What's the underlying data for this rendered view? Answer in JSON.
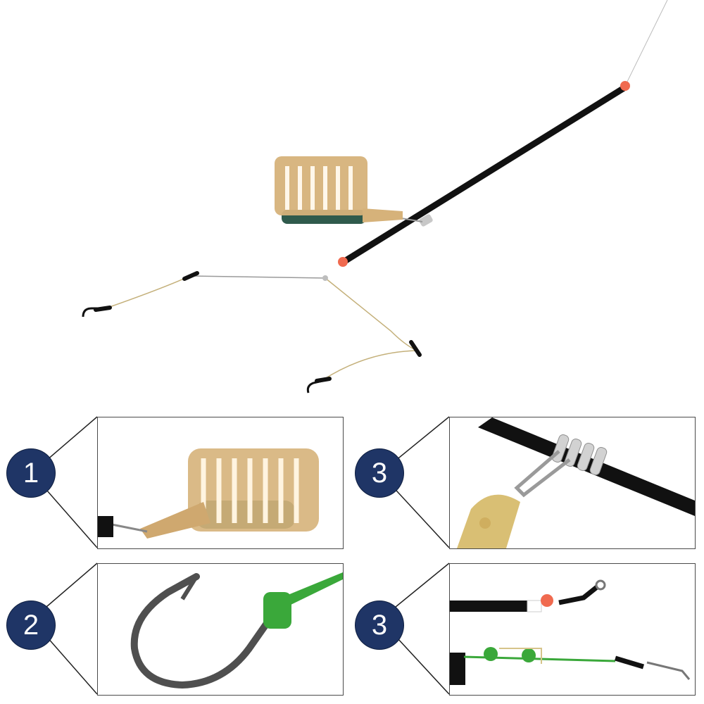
{
  "badges": {
    "top_left": "1",
    "top_right": "3",
    "bottom_left": "2",
    "bottom_right": "3"
  },
  "colors": {
    "badge": "#1f3566",
    "rod": "#111111",
    "bead": "#f06a4f",
    "cage": "#d6b27a",
    "weight": "#2f5a4c",
    "green_line": "#3aa83a"
  }
}
